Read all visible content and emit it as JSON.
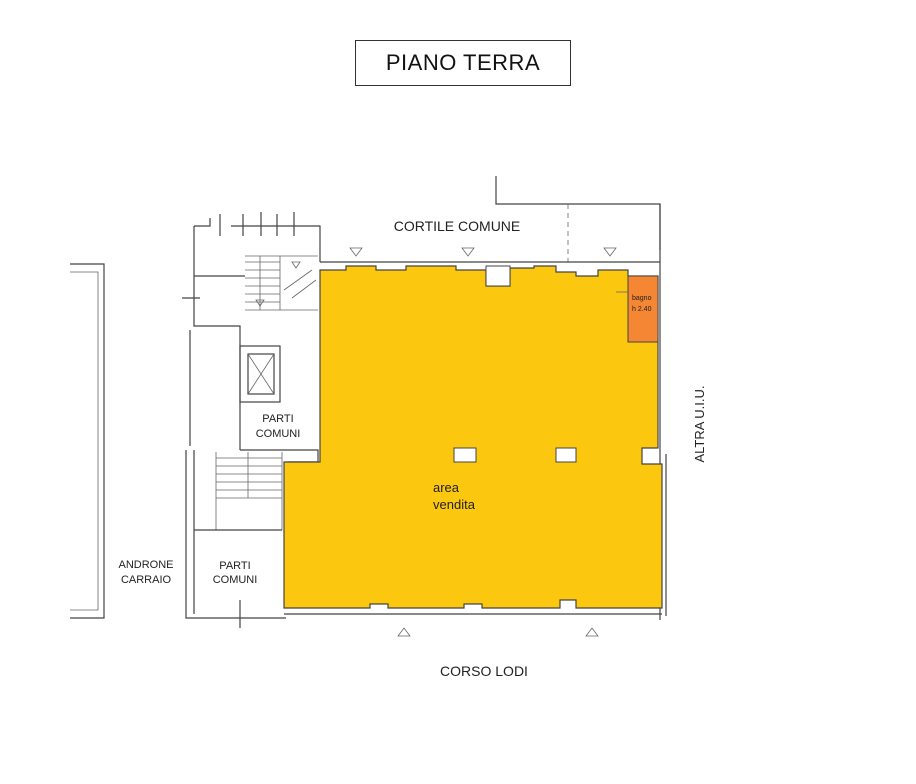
{
  "title": "PIANO TERRA",
  "labels": {
    "courtyard": "CORTILE COMUNE",
    "street": "CORSO LODI",
    "other_unit": "ALTRA U.I.U.",
    "common_upper_1": "PARTI",
    "common_upper_2": "COMUNI",
    "common_lower_1": "PARTI",
    "common_lower_2": "COMUNI",
    "carriage_1": "ANDRONE",
    "carriage_2": "CARRAIO",
    "sales_1": "area",
    "sales_2": "vendita",
    "bath_1": "bagno",
    "bath_2": "h 2.40"
  },
  "colors": {
    "sales_area": "#FCC70F",
    "bathroom": "#F58634",
    "wall": "#444444"
  }
}
